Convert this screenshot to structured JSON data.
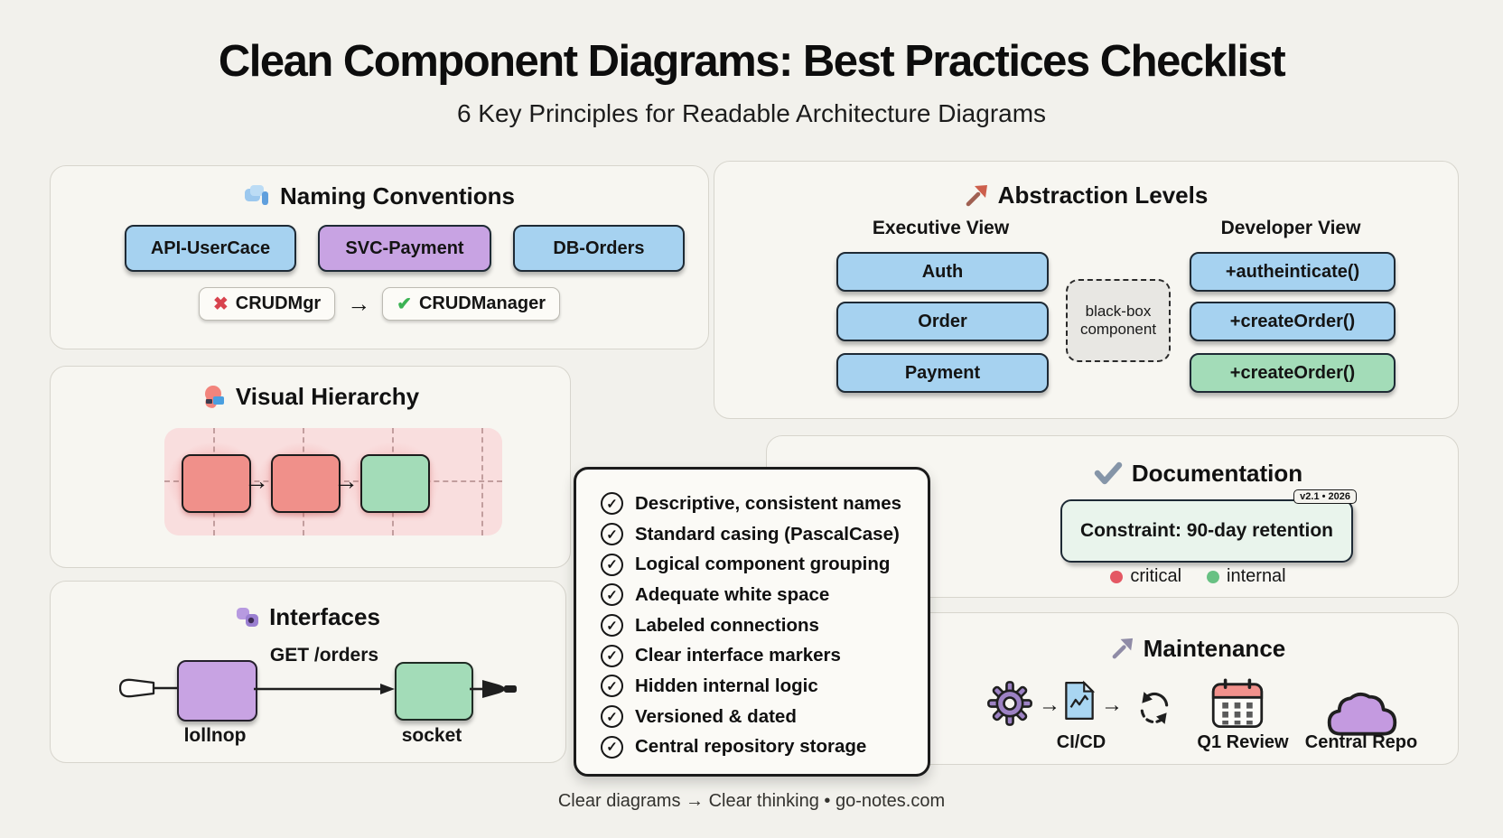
{
  "header": {
    "title": "Clean Component Diagrams: Best Practices Checklist",
    "subtitle": "6 Key Principles for Readable Architecture Diagrams"
  },
  "footer": {
    "text": "Clear diagrams → Clear thinking • go-notes.com"
  },
  "colors": {
    "component_blue": "#a6d2f0",
    "component_purple": "#c8a3e3",
    "component_green": "#a3dcb8",
    "component_red": "#f0908a",
    "critical_dot": "#e45864",
    "internal_dot": "#68c183"
  },
  "glyphs": {
    "flow_arrow": "→",
    "bad_mark": "✖",
    "good_mark": "✔",
    "check": "✓"
  },
  "naming": {
    "title": "Naming Conventions",
    "components": [
      "API-UserCace",
      "SVC-Payment",
      "DB-Orders"
    ],
    "bad_name": "CRUDMgr",
    "good_name": "CRUDManager"
  },
  "abstraction": {
    "title": "Abstraction Levels",
    "executive_heading": "Executive View",
    "developer_heading": "Developer View",
    "executive_components": [
      "Auth",
      "Order",
      "Payment"
    ],
    "developer_methods": [
      "+autheinticate()",
      "+createOrder()",
      "+createOrder()"
    ],
    "black_box_label": "black-box component"
  },
  "visual": {
    "title": "Visual Hierarchy"
  },
  "interfaces": {
    "title": "Interfaces",
    "connection_label": "GET /orders",
    "lollipop_label": "lollnop",
    "socket_label": "socket"
  },
  "documentation": {
    "title": "Documentation",
    "constraint_text": "Constraint: 90-day retention",
    "version_badge": "v2.1 • 2026",
    "legend": [
      {
        "label": "critical"
      },
      {
        "label": "internal"
      }
    ]
  },
  "maintenance": {
    "title": "Maintenance",
    "labels": [
      "CI/CD",
      "Q1 Review",
      "Central Repo"
    ]
  },
  "checklist": {
    "items": [
      "Descriptive, consistent names",
      "Standard casing (PascalCase)",
      "Logical component grouping",
      "Adequate white space",
      "Labeled connections",
      "Clear interface markers",
      "Hidden internal logic",
      "Versioned & dated",
      "Central repository storage"
    ]
  }
}
